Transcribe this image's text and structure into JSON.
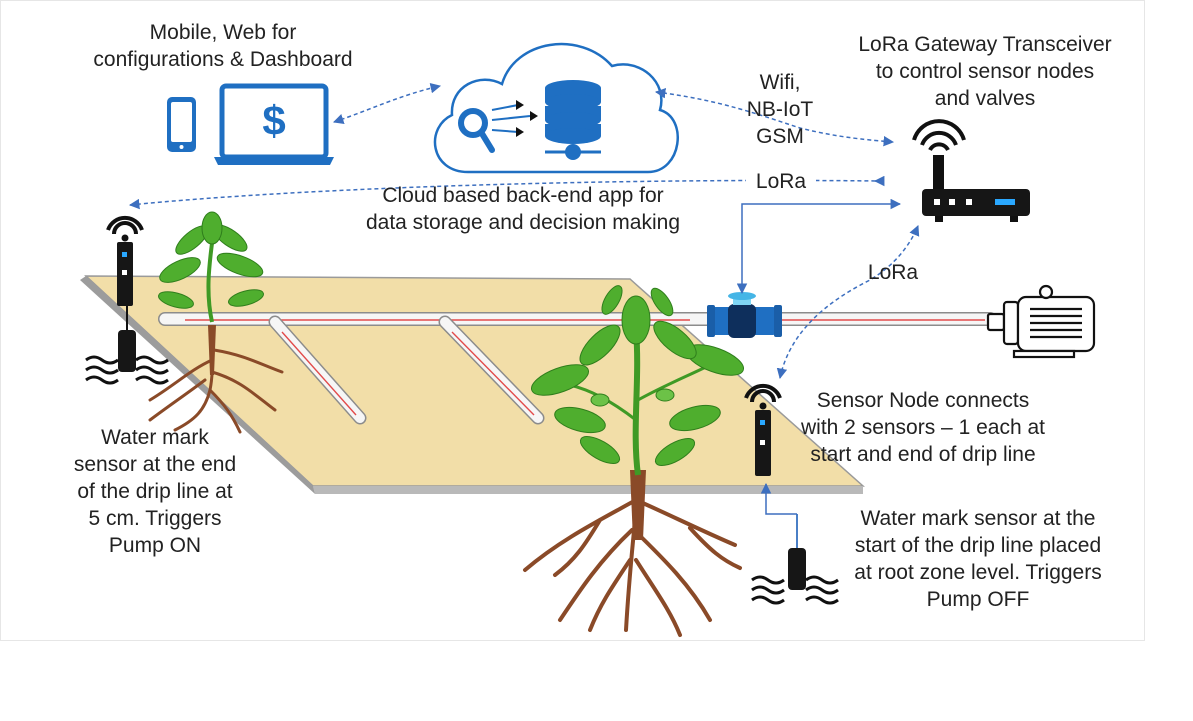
{
  "labels": {
    "mobile_web": [
      "Mobile, Web for",
      "configurations & Dashboard"
    ],
    "cloud_app": [
      "Cloud based back-end app for",
      "data storage and decision making"
    ],
    "gateway": [
      "LoRa Gateway Transceiver",
      "to control sensor nodes",
      "and valves"
    ],
    "comm": [
      "Wifi,",
      "NB-IoT",
      "GSM"
    ],
    "lora_top": "LoRa",
    "lora_mid": "LoRa",
    "sensor_left": [
      "Water mark",
      "sensor at the end",
      "of the drip line at",
      "5 cm. Triggers",
      "Pump ON"
    ],
    "sensor_node": [
      "Sensor Node connects",
      "with 2 sensors – 1 each at",
      "start and end of drip line"
    ],
    "sensor_right": [
      "Water mark sensor at the",
      "start of the drip line placed",
      "at root zone level. Triggers",
      "Pump OFF"
    ],
    "dollar": "$"
  },
  "colors": {
    "blue": "#1f6fc2",
    "dark": "#161616",
    "field": "#f2dea8",
    "field_edge": "#8f8f8f",
    "pipe": "#f4f4f4",
    "pipe_stripe": "#e24b4b",
    "leaf": "#4fae2e",
    "root": "#8a4a28",
    "connector": "#4a7fc6"
  },
  "icons": [
    "phone-icon",
    "laptop-icon",
    "cloud-icon",
    "search-icon",
    "database-icon",
    "router-icon",
    "sensor-node-icon",
    "water-sensor-icon",
    "valve-icon",
    "pump-motor-icon",
    "plant-icon"
  ]
}
